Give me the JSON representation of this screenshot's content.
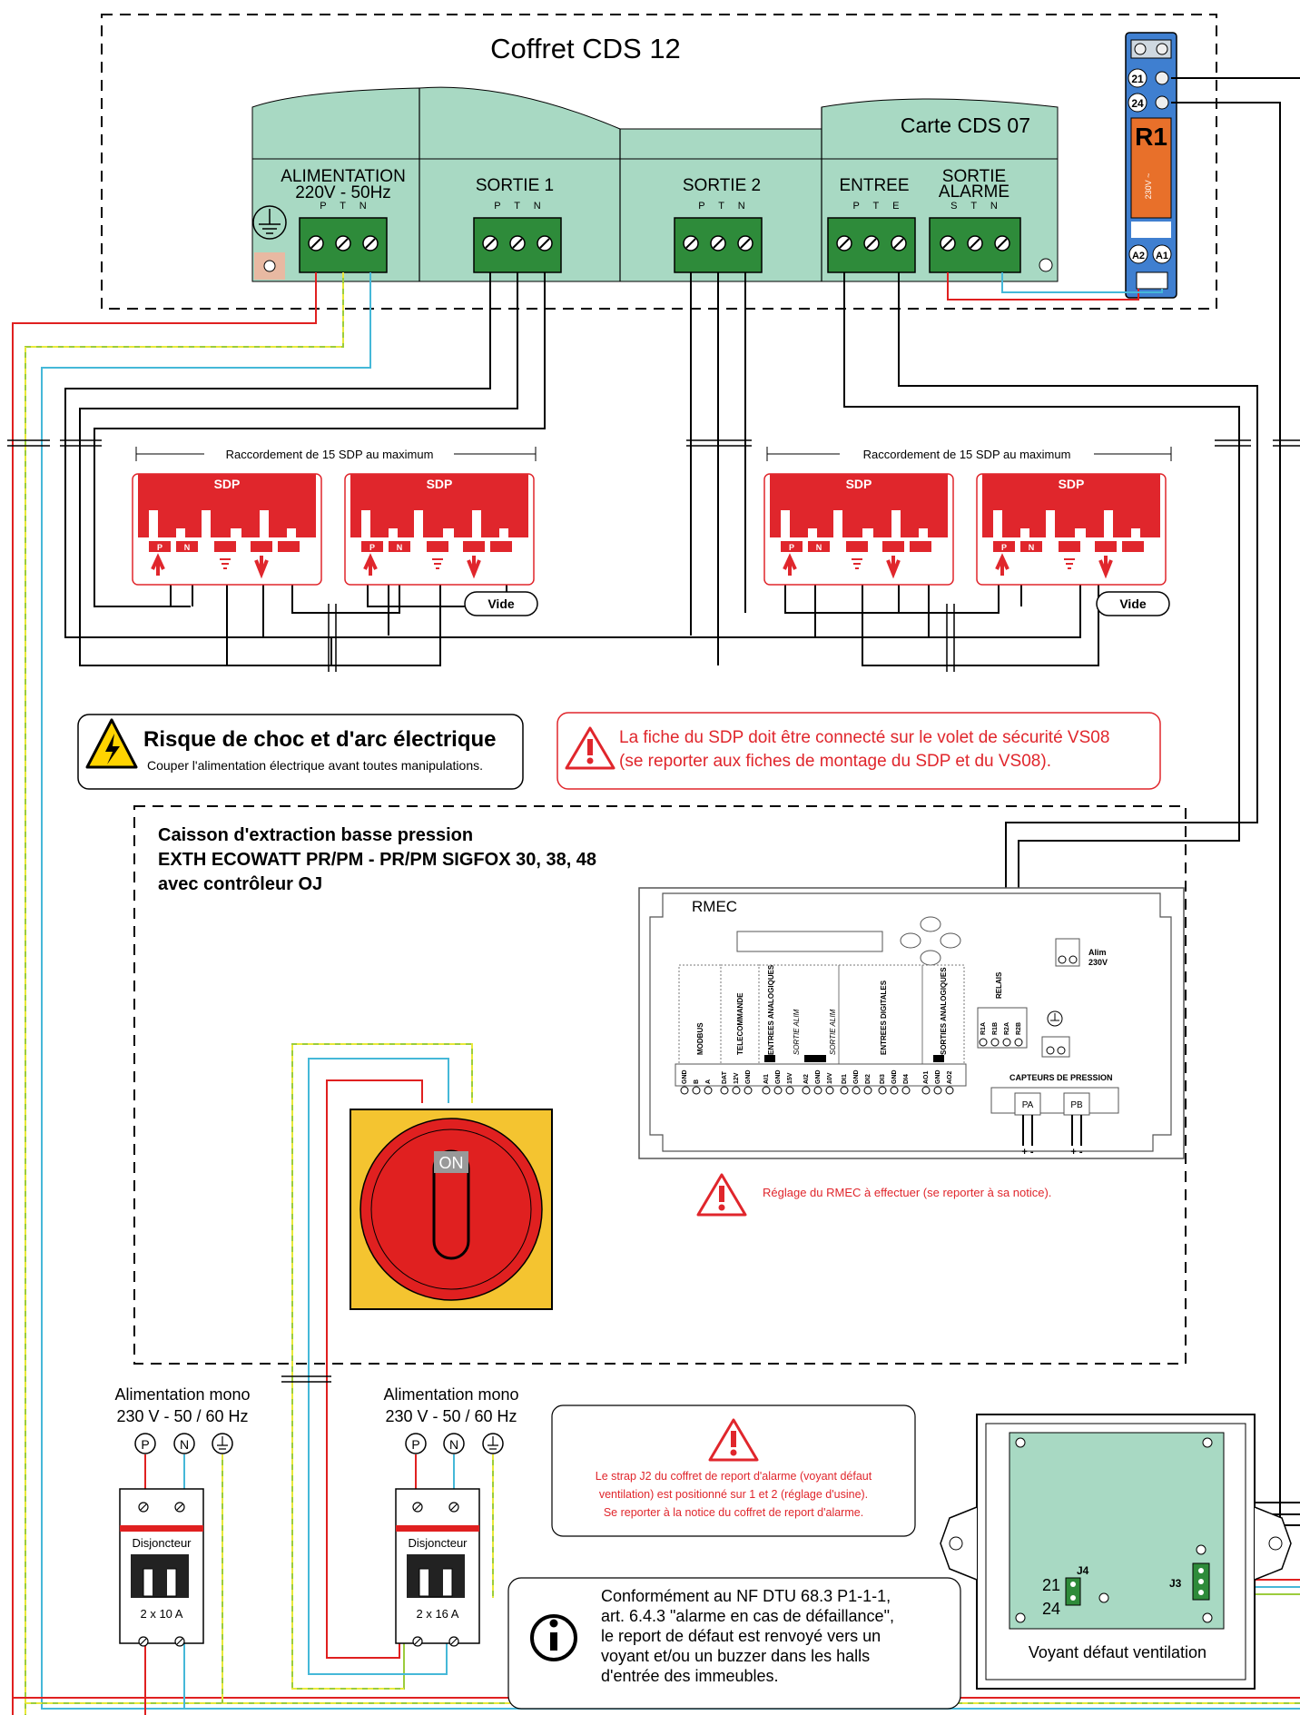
{
  "cabinet": {
    "title": "Coffret CDS 12",
    "card_title": "Carte CDS 07"
  },
  "blocks": {
    "alim_line1": "ALIMENTATION",
    "alim_line2": "220V - 50Hz",
    "alim_pins": "P T N",
    "sortie1": "SORTIE 1",
    "sortie1_pins": "P T N",
    "sortie2": "SORTIE 2",
    "sortie2_pins": "P T N",
    "entree": "ENTREE",
    "entree_pins": "P T E",
    "sortie_alarme_line1": "SORTIE",
    "sortie_alarme_line2": "ALARME",
    "sortie_alarme_pins": "S T N"
  },
  "relay": {
    "label": "R1",
    "pin21": "21",
    "pin24": "24",
    "pinA2": "A2",
    "pinA1": "A1",
    "voltage": "230V ~"
  },
  "sdp": {
    "range_label": "Raccordement de 15 SDP au maximum",
    "unit_label": "SDP",
    "pin_p": "P",
    "pin_n": "N",
    "vide": "Vide"
  },
  "warnings": {
    "shock_title": "Risque de choc et d'arc électrique",
    "shock_text": "Couper l'alimentation électrique avant toutes manipulations.",
    "sdp_note_line1": "La fiche du SDP doit être connecté sur le volet de sécurité VS08",
    "sdp_note_line2": "(se reporter aux fiches de montage du SDP et du VS08).",
    "rmec_note": "Réglage du RMEC à effectuer (se reporter à sa notice).",
    "strap_line1": "Le strap J2 du coffret de report d'alarme (voyant défaut",
    "strap_line2": "ventilation) est positionné sur 1 et 2 (réglage d'usine).",
    "strap_line3": "Se reporter à la notice du coffret de report d'alarme."
  },
  "caisson": {
    "line1": "Caisson d'extraction basse pression",
    "line2": "EXTH ECOWATT PR/PM - PR/PM SIGFOX 30, 38, 48",
    "line3": "avec contrôleur OJ",
    "switch_on": "ON"
  },
  "rmec": {
    "title": "RMEC",
    "alim": "Alim",
    "alim_v": "230V",
    "relais": "RELAIS",
    "relais_pins": [
      "R1A",
      "R1B",
      "R2A",
      "R2B"
    ],
    "groups": [
      "MODBUS",
      "TELECOMMANDE",
      "ENTREES ANALOGIQUES",
      "SORTIE ALIM",
      "SORTIE ALIM",
      "ENTREES DIGITALES",
      "SORTIES ANALOGIQUES"
    ],
    "terminals": [
      "GND",
      "B",
      "A",
      "DAT",
      "12V",
      "GND",
      "AI1",
      "GND",
      "15V",
      "AI2",
      "GND",
      "10V",
      "DI1",
      "GND",
      "DI2",
      "DI3",
      "GND",
      "DI4",
      "AO1",
      "GND",
      "AO2"
    ],
    "capteurs": "CAPTEURS DE PRESSION",
    "pa": "PA",
    "pb": "PB",
    "pa_sign": "+ -",
    "pb_sign": "+ -"
  },
  "supplies": [
    {
      "title1": "Alimentation mono",
      "title2": "230 V - 50 / 60 Hz",
      "p": "P",
      "n": "N",
      "breaker": "Disjoncteur",
      "rating": "2 x 10 A"
    },
    {
      "title1": "Alimentation mono",
      "title2": "230 V - 50 / 60 Hz",
      "p": "P",
      "n": "N",
      "breaker": "Disjoncteur",
      "rating": "2 x 16 A"
    }
  ],
  "dtu": {
    "line1": "Conformément au NF DTU 68.3 P1-1-1,",
    "line2": "art. 6.4.3 \"alarme en cas de défaillance\",",
    "line3": "le report de défaut est renvoyé vers un",
    "line4": "voyant et/ou un buzzer dans les halls",
    "line5": "d'entrée des immeubles."
  },
  "voyant": {
    "label": "Voyant défaut ventilation",
    "j4": "J4",
    "j3": "J3",
    "pin21": "21",
    "pin24": "24"
  },
  "colors": {
    "board": "#a8d9c3",
    "terminal": "#2e8b3a",
    "sdp_red": "#e0262c",
    "relay_blue": "#3f7fd0",
    "relay_orange": "#e8702a",
    "switch_yellow": "#f4c430",
    "wire_red": "#e02020",
    "wire_blue": "#45b8d8",
    "wire_earth": "#9ccc3c"
  }
}
